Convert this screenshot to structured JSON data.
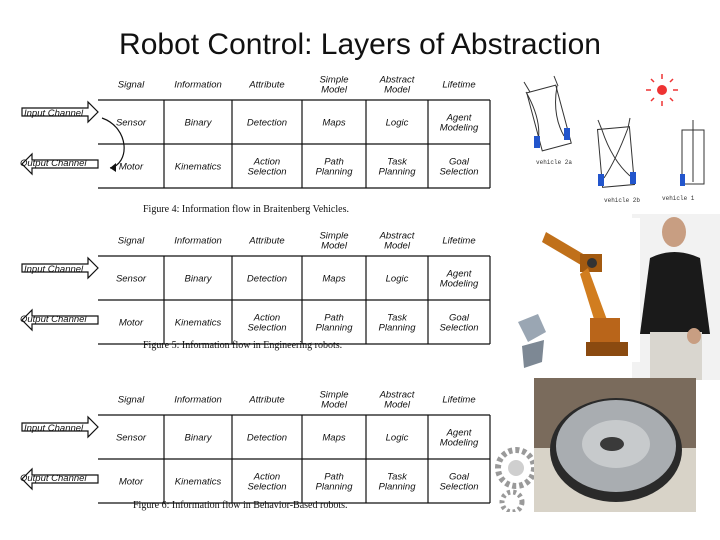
{
  "title": "Robot Control: Layers of Abstraction",
  "headers": [
    "Signal",
    "Information",
    "Attribute",
    "Simple Model",
    "Abstract Model",
    "Lifetime"
  ],
  "row_top": {
    "channel": "Input Channel",
    "cells": [
      "Sensor",
      "Binary",
      "Detection",
      "Maps",
      "Logic",
      "Agent Modeling"
    ]
  },
  "row_bottom": {
    "channel": "Output Channel",
    "cells": [
      "Motor",
      "Kinematics",
      "Action Selection",
      "Path Planning",
      "Task Planning",
      "Goal Selection"
    ]
  },
  "figures": [
    {
      "caption": "Figure 4: Information flow in Braitenberg Vehicles."
    },
    {
      "caption": "Figure 5: Information flow in Engineering robots."
    },
    {
      "caption": "Figure 6: Information flow in Behavior-Based robots."
    }
  ],
  "vehicle_labels": [
    "vehicle 2a",
    "vehicle 2b",
    "vehicle 1"
  ],
  "photos": [
    "braitenberg-vehicles-sketch",
    "industrial-robot-arm",
    "person-photo",
    "robot-vacuum-photo"
  ]
}
